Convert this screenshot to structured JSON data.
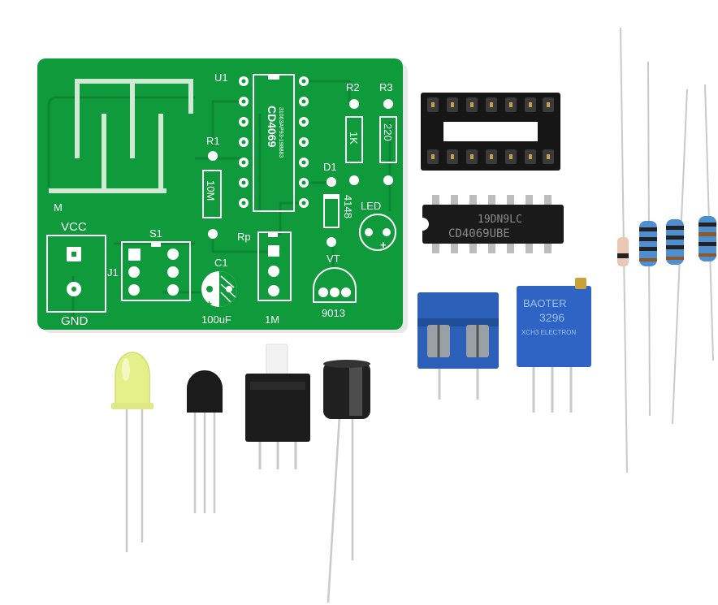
{
  "colors": {
    "pcb": "#0f9a3c",
    "pcb_dark": "#0b7d30",
    "silkscreen": "#ffffff",
    "chip": "#1a1a1a",
    "socket": "#161616",
    "terminal_blue": "#2b5fb8",
    "trimmer_blue": "#2f63c4",
    "led_yellow": "#e6f08a",
    "capacitor": "#202020",
    "lead": "#c9c9c9"
  },
  "pcb": {
    "labels": {
      "u1": "U1",
      "r1": "R1",
      "r2": "R2",
      "r3": "R3",
      "r1_value": "10M",
      "r2_value": "1K",
      "r3_value": "220",
      "ic": "CD4069",
      "ic_code": "31063AP93-198883",
      "d1": "D1",
      "d1_value": "4148",
      "led": "LED",
      "led_plus": "+",
      "m": "M",
      "vcc": "VCC",
      "gnd": "GND",
      "s1": "S1",
      "j1": "J1",
      "c1": "C1",
      "c1_value": "100uF",
      "c1_plus": "+",
      "rp": "Rp",
      "rp_value": "1M",
      "vt": "VT",
      "vt_value": "9013"
    }
  },
  "components": {
    "ic_chip": {
      "line1": "19DN9LC",
      "line2": "CD4069UBE"
    },
    "trimmer": {
      "line1": "BAOTER",
      "line2": "3296",
      "line3": "XCH3 ELECTRON"
    }
  },
  "icons": {
    "pcb": "circuit-board",
    "socket": "dip-socket",
    "ic": "ic-chip",
    "terminal": "screw-terminal",
    "trimmer": "potentiometer",
    "led": "led",
    "transistor": "transistor",
    "switch": "push-switch",
    "capacitor": "capacitor",
    "resistor": "resistor",
    "diode": "diode"
  }
}
